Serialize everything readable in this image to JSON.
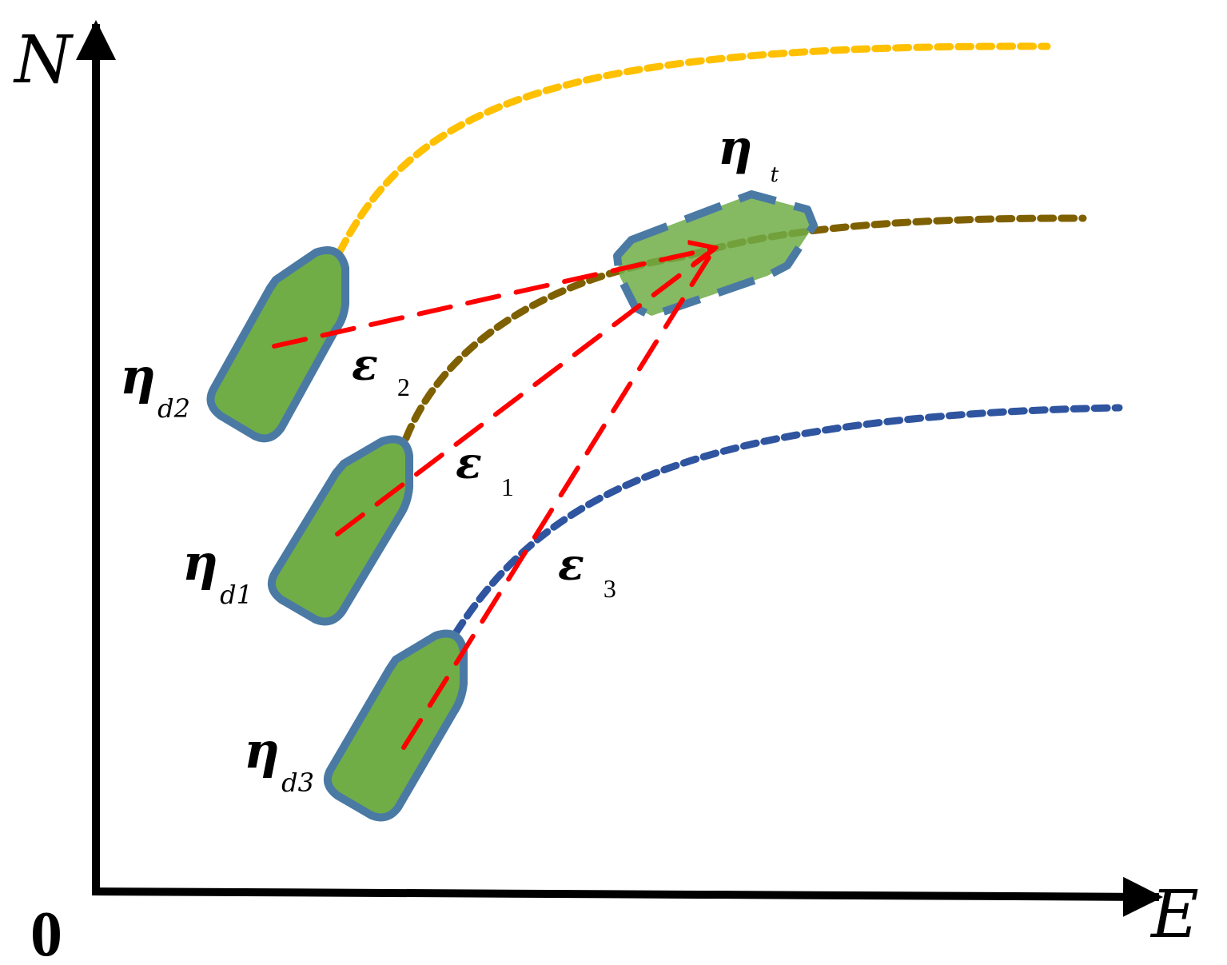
{
  "axes": {
    "origin_label": "0",
    "north_label": "N",
    "east_label": "E"
  },
  "target": {
    "symbol": "η",
    "subscript": "t"
  },
  "vessels": [
    {
      "id": "d1",
      "symbol": "η",
      "subscript": "d1"
    },
    {
      "id": "d2",
      "symbol": "η",
      "subscript": "d2"
    },
    {
      "id": "d3",
      "symbol": "η",
      "subscript": "d3"
    }
  ],
  "errors": [
    {
      "symbol": "ε",
      "subscript": "1"
    },
    {
      "symbol": "ε",
      "subscript": "2"
    },
    {
      "symbol": "ε",
      "subscript": "3"
    }
  ],
  "colors": {
    "axis": "#000000",
    "vessel_fill": "#70ad47",
    "vessel_outline": "#4a7aa4",
    "target_fill": "#70ad47",
    "error_line": "#ff0000",
    "path_top": "#ffc000",
    "path_middle": "#7f6000",
    "path_bottom": "#2f55a0"
  }
}
